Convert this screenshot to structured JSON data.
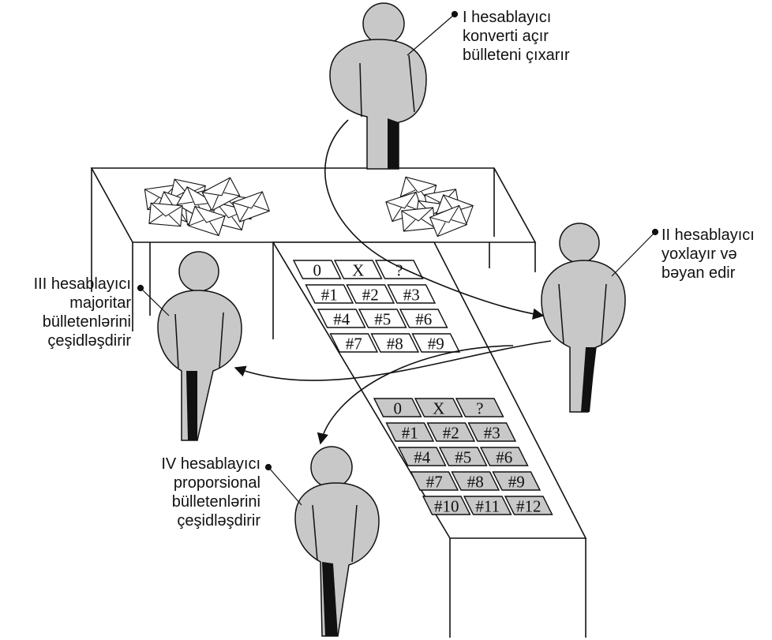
{
  "counters": [
    {
      "id": "counter-1",
      "lines": [
        "I hesablayıcı",
        "konverti açır",
        "bülleteni çıxarır"
      ]
    },
    {
      "id": "counter-2",
      "lines": [
        "II hesablayıcı",
        "yoxlayır və",
        "bəyan edir"
      ]
    },
    {
      "id": "counter-3",
      "lines": [
        "III hesablayıcı",
        "majoritar",
        "bülletenlərini",
        "çeşidləşdirir"
      ]
    },
    {
      "id": "counter-4",
      "lines": [
        "IV hesablayıcı",
        "proporsional",
        "bülletenlərini",
        "çeşidləşdirir"
      ]
    }
  ],
  "majoritarian_board": {
    "top_row": [
      "0",
      "X",
      "?"
    ],
    "rows": [
      [
        "#1",
        "#2",
        "#3"
      ],
      [
        "#4",
        "#5",
        "#6"
      ],
      [
        "#7",
        "#8",
        "#9"
      ]
    ]
  },
  "proportional_board": {
    "top_row": [
      "0",
      "X",
      "?"
    ],
    "rows": [
      [
        "#1",
        "#2",
        "#3"
      ],
      [
        "#4",
        "#5",
        "#6"
      ],
      [
        "#7",
        "#8",
        "#9"
      ],
      [
        "#10",
        "#11",
        "#12"
      ]
    ]
  },
  "colors": {
    "figure_fill": "#c8c8c8",
    "cell_fill_gray": "#c8c8c8",
    "cell_fill_white": "#ffffff",
    "ink": "#111111"
  }
}
